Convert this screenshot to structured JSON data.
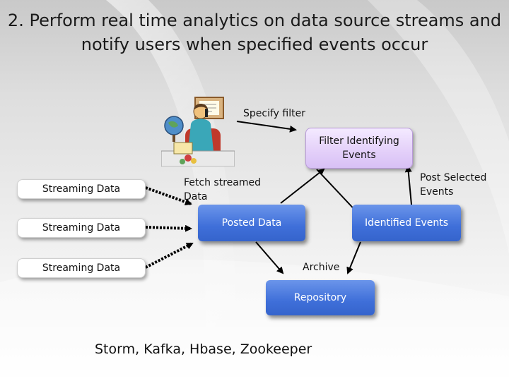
{
  "slide": {
    "title_line1": "2. Perform real time analytics on data source streams and",
    "title_line2": "notify users when specified events occur",
    "footer": "Storm, Kafka, Hbase, Zookeeper"
  },
  "diagram": {
    "sources": [
      "Streaming Data",
      "Streaming Data",
      "Streaming Data"
    ],
    "specify_filter": "Specify filter",
    "filter_box_line1": "Filter Identifying",
    "filter_box_line2": "Events",
    "fetch_line1": "Fetch streamed",
    "fetch_line2": "Data",
    "post_selected_line1": "Post Selected",
    "post_selected_line2": "Events",
    "posted_data": "Posted Data",
    "identified_events": "Identified Events",
    "archive": "Archive",
    "repository": "Repository"
  },
  "colors": {
    "blue_box": "#3f6fd9",
    "purple_box": "#e3cff9",
    "arrow": "#000000"
  },
  "icons": {
    "user": "person-at-desk-on-phone-icon"
  }
}
